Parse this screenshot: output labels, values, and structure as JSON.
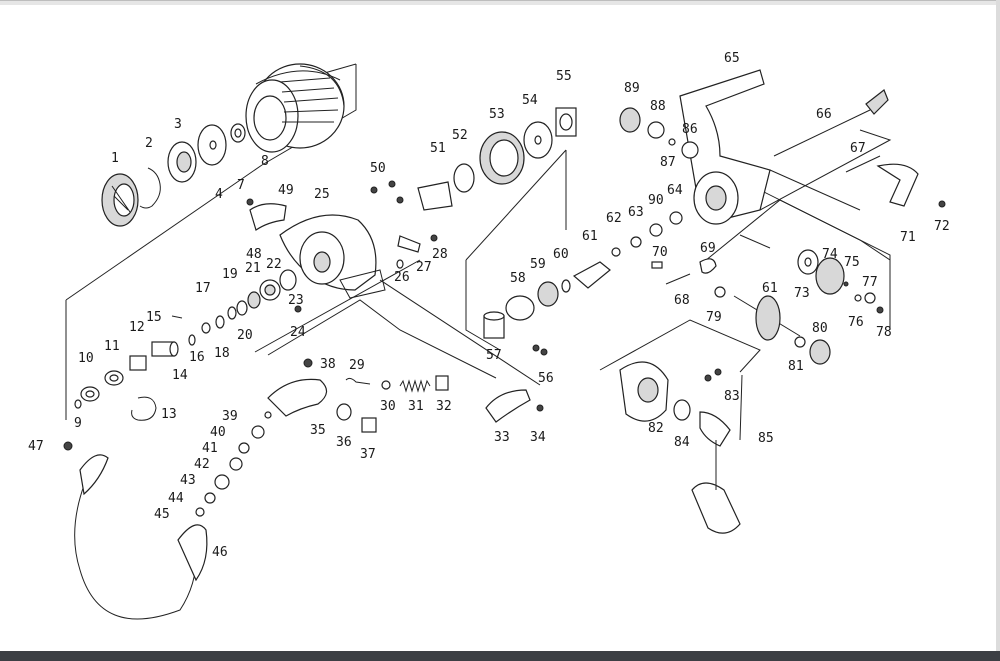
{
  "labels": [
    "1",
    "2",
    "3",
    "4",
    "7",
    "8",
    "9",
    "10",
    "11",
    "12",
    "13",
    "14",
    "15",
    "16",
    "17",
    "18",
    "19",
    "20",
    "21",
    "22",
    "23",
    "24",
    "25",
    "26",
    "27",
    "28",
    "29",
    "30",
    "31",
    "32",
    "33",
    "34",
    "35",
    "36",
    "37",
    "38",
    "39",
    "40",
    "41",
    "42",
    "43",
    "44",
    "45",
    "46",
    "47",
    "48",
    "49",
    "50",
    "51",
    "52",
    "53",
    "54",
    "55",
    "56",
    "57",
    "58",
    "59",
    "60",
    "61",
    "62",
    "63",
    "64",
    "65",
    "66",
    "67",
    "68",
    "69",
    "70",
    "71",
    "72",
    "73",
    "74",
    "75",
    "76",
    "77",
    "78",
    "79",
    "80",
    "81",
    "82",
    "83",
    "84",
    "85",
    "86",
    "87",
    "88",
    "89",
    "90",
    "61"
  ],
  "colors": {
    "ink": "#222222",
    "bar": "#3c3f44",
    "fill": "#d8d8d8"
  }
}
